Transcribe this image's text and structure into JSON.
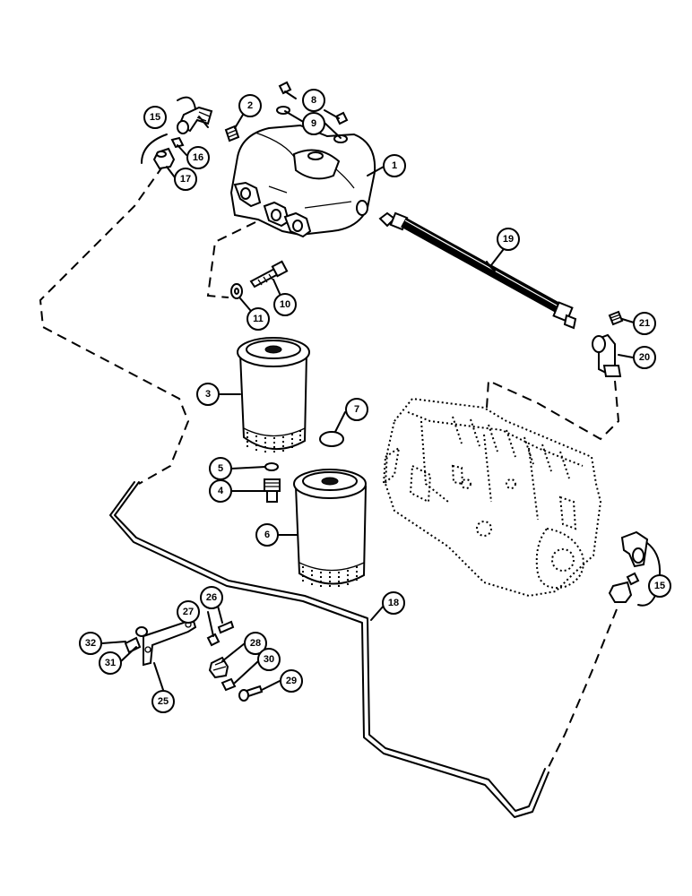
{
  "callouts": [
    {
      "id": "1",
      "label": "1"
    },
    {
      "id": "2",
      "label": "2"
    },
    {
      "id": "3",
      "label": "3"
    },
    {
      "id": "4",
      "label": "4"
    },
    {
      "id": "5",
      "label": "5"
    },
    {
      "id": "6",
      "label": "6"
    },
    {
      "id": "7",
      "label": "7"
    },
    {
      "id": "8",
      "label": "8"
    },
    {
      "id": "9",
      "label": "9"
    },
    {
      "id": "10",
      "label": "10"
    },
    {
      "id": "11",
      "label": "11"
    },
    {
      "id": "15a",
      "label": "15"
    },
    {
      "id": "15b",
      "label": "15"
    },
    {
      "id": "16",
      "label": "16"
    },
    {
      "id": "17",
      "label": "17"
    },
    {
      "id": "18",
      "label": "18"
    },
    {
      "id": "19",
      "label": "19"
    },
    {
      "id": "20",
      "label": "20"
    },
    {
      "id": "21",
      "label": "21"
    },
    {
      "id": "25",
      "label": "25"
    },
    {
      "id": "26",
      "label": "26"
    },
    {
      "id": "27",
      "label": "27"
    },
    {
      "id": "28",
      "label": "28"
    },
    {
      "id": "29",
      "label": "29"
    },
    {
      "id": "30",
      "label": "30"
    },
    {
      "id": "31",
      "label": "31"
    },
    {
      "id": "32",
      "label": "32"
    }
  ]
}
